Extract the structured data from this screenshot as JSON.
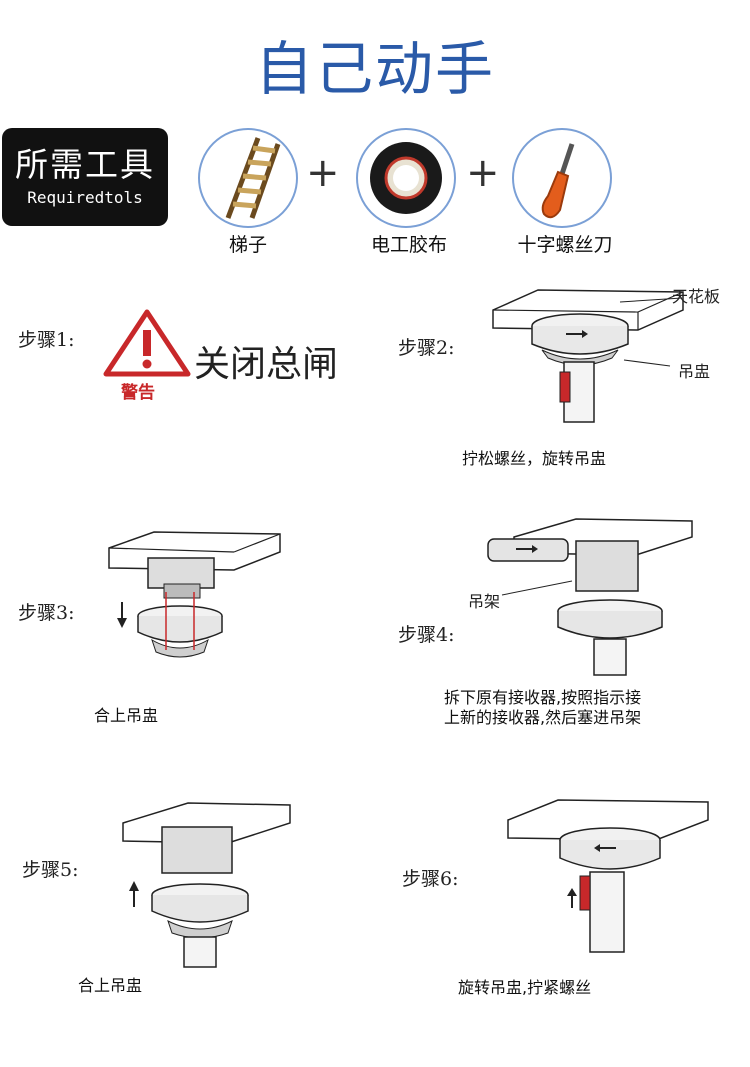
{
  "title": "自己动手",
  "tools_badge": {
    "zh": "所需工具",
    "en": "Requiredtols"
  },
  "tools": [
    {
      "label": "梯子",
      "icon": "ladder-icon"
    },
    {
      "label": "电工胶布",
      "icon": "tape-icon"
    },
    {
      "label": "十字螺丝刀",
      "icon": "screwdriver-icon"
    }
  ],
  "plus": "+",
  "steps": [
    {
      "label": "步骤1:",
      "warning_text": "关闭总闸",
      "warning_badge": "警告"
    },
    {
      "label": "步骤2:",
      "callout_ceiling": "天花板",
      "callout_canopy": "吊盅",
      "caption": "拧松螺丝，旋转吊盅"
    },
    {
      "label": "步骤3:",
      "caption": "合上吊盅"
    },
    {
      "label": "步骤4:",
      "callout_bracket": "吊架",
      "caption_line1": "拆下原有接收器,按照指示接",
      "caption_line2": "上新的接收器,然后塞进吊架"
    },
    {
      "label": "步骤5:",
      "caption": "合上吊盅"
    },
    {
      "label": "步骤6:",
      "caption": "旋转吊盅,拧紧螺丝"
    }
  ],
  "colors": {
    "title": "#2a5aa8",
    "warning_red": "#c8282a",
    "tool_ring": "#7ba0d6"
  }
}
